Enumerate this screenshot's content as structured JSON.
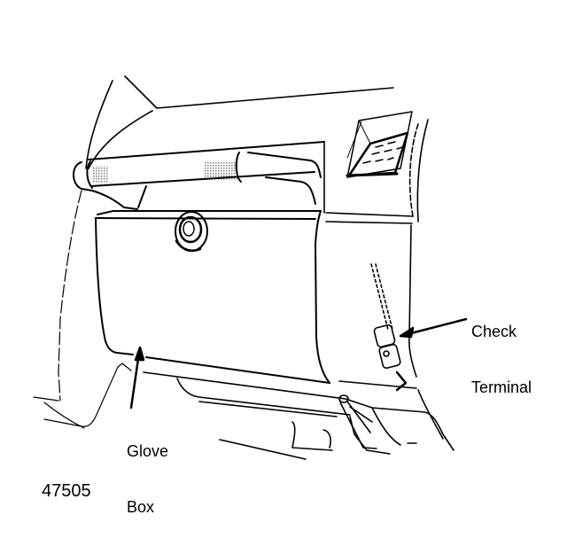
{
  "figure": {
    "reference_number": "47505",
    "subject": "Glove box area with check terminal location"
  },
  "callouts": [
    {
      "id": "check-terminal",
      "lines": [
        "Check",
        "Terminal"
      ]
    },
    {
      "id": "glove-box",
      "lines": [
        "Glove",
        "Box"
      ]
    }
  ],
  "colors": {
    "line": "#000000",
    "background": "#ffffff"
  }
}
